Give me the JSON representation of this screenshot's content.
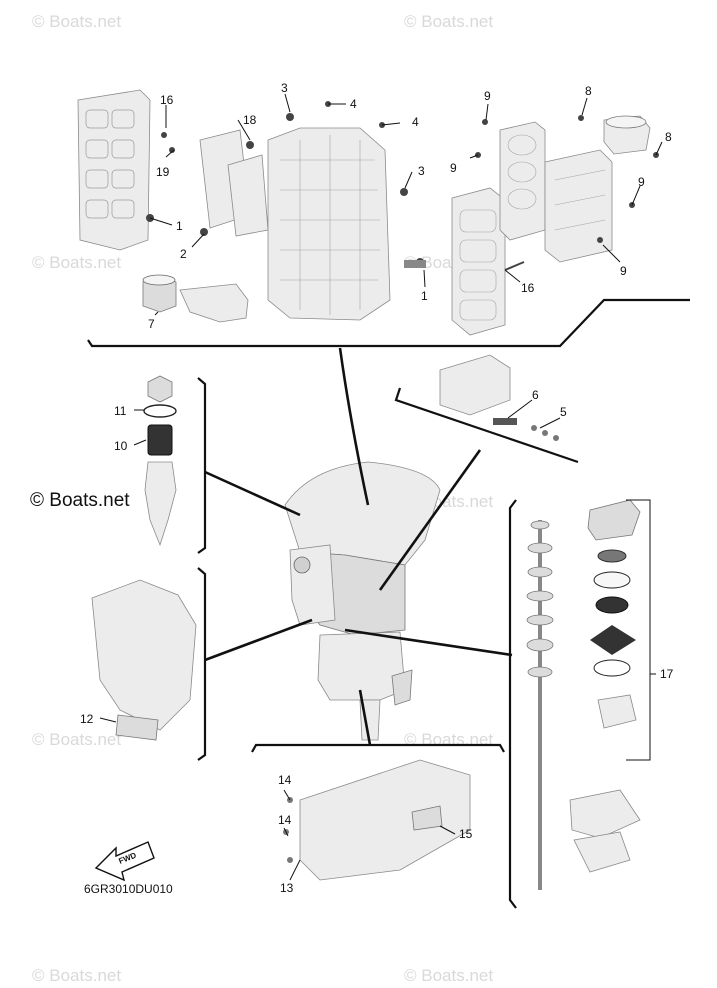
{
  "watermark": "© Boats.net",
  "brand_label": "© Boats.net",
  "diagram_code": "6GR3010DU010",
  "fwd_label": "FWD",
  "callouts": {
    "c16a": "16",
    "c19": "19",
    "c18": "18",
    "c3a": "3",
    "c4a": "4",
    "c4b": "4",
    "c3b": "3",
    "c1a": "1",
    "c2": "2",
    "c7": "7",
    "c1b": "1",
    "c16b": "16",
    "c9a": "9",
    "c9b": "9",
    "c9c": "9",
    "c9d": "9",
    "c8a": "8",
    "c8b": "8",
    "c11": "11",
    "c10": "10",
    "c6": "6",
    "c5": "5",
    "c17": "17",
    "c12": "12",
    "c14a": "14",
    "c14b": "14",
    "c15": "15",
    "c13": "13"
  }
}
